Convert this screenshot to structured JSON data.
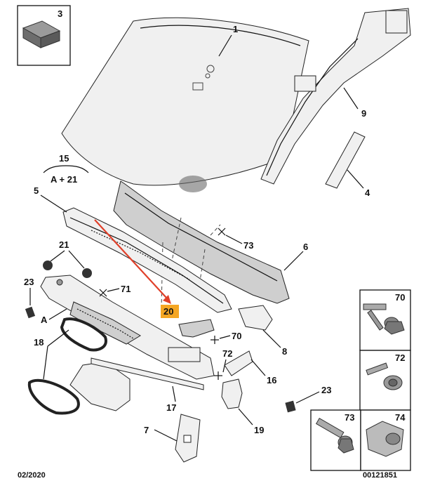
{
  "callouts": {
    "c1": "1",
    "c3": "3",
    "c4": "4",
    "c5": "5",
    "c6": "6",
    "c7": "7",
    "c8": "8",
    "c9": "9",
    "c15": "15",
    "c15sub": "A + 21",
    "c16": "16",
    "c17": "17",
    "c18": "18",
    "c19": "19",
    "c20": "20",
    "c21": "21",
    "c23a": "23",
    "c23b": "23",
    "c70": "70",
    "c71": "71",
    "c72": "72",
    "c73": "73",
    "cA": "A"
  },
  "legend_boxes": {
    "b70": "70",
    "b72": "72",
    "b73": "73",
    "b74": "74"
  },
  "footer": {
    "date": "02/2020",
    "ref": "00121851"
  },
  "highlight": {
    "callout_color": "#f5a623",
    "arrow_color": "#e0402a"
  }
}
